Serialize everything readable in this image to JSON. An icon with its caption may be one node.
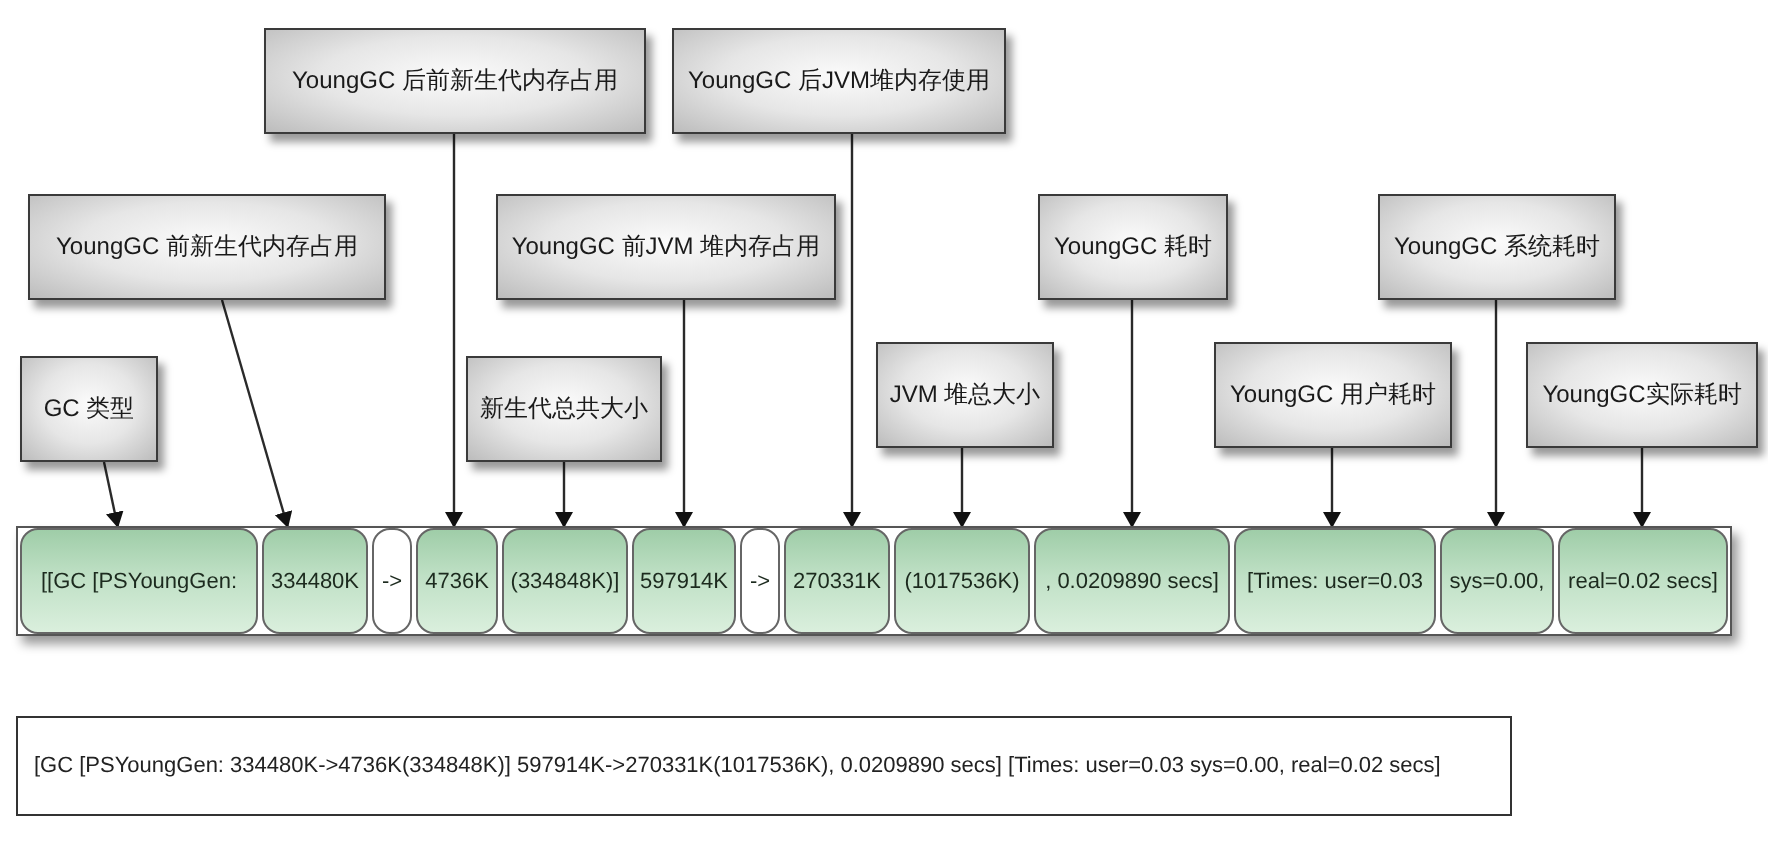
{
  "diagram": {
    "nodes": [
      {
        "text": [
          "YoungGC 后前新生代内存占用"
        ]
      },
      {
        "text": [
          "YoungGC 后JVM堆内存使用"
        ]
      },
      {
        "text": [
          "YoungGC 前新生代内存占用"
        ]
      },
      {
        "text": [
          "YoungGC 前JVM 堆内存占用"
        ]
      },
      {
        "text": [
          "YoungGC 耗时"
        ]
      },
      {
        "text": [
          "YoungGC 系统耗时"
        ]
      },
      {
        "text": [
          "GC 类型"
        ]
      },
      {
        "text": [
          "新生代总共大小"
        ]
      },
      {
        "text": [
          "JVM 堆总大小"
        ]
      },
      {
        "text": [
          "YoungGC 用户耗时"
        ]
      },
      {
        "text": [
          "YoungGC实际耗时"
        ]
      },
      {
        "text": [],
        "shape": "bar"
      },
      {
        "text": [
          "[[GC [PSYoungGen:"
        ],
        "in": 11
      },
      {
        "text": [
          "334480K"
        ],
        "in": 11
      },
      {
        "text": [
          "->"
        ],
        "in": 11
      },
      {
        "text": [
          "4736K"
        ],
        "in": 11
      },
      {
        "text": [
          "(334848K)]"
        ],
        "in": 11
      },
      {
        "text": [
          "597914K"
        ],
        "in": 11
      },
      {
        "text": [
          "->"
        ],
        "in": 11
      },
      {
        "text": [
          "270331K"
        ],
        "in": 11
      },
      {
        "text": [
          "(1017536K)"
        ],
        "in": 11
      },
      {
        "text": [
          ", 0.0209890 secs]"
        ],
        "in": 11
      },
      {
        "text": [
          "[Times: user=0.03"
        ],
        "in": 11
      },
      {
        "text": [
          "sys=0.00,"
        ],
        "in": 11
      },
      {
        "text": [
          "real=0.02 secs]"
        ],
        "in": 11
      },
      {
        "text": [
          "[GC [PSYoungGen: 334480K->4736K(334848K)] 597914K->270331K(1017536K), 0.0209890 secs] [Times: user=0.03 sys=0.00, real=0.02 secs]"
        ]
      }
    ],
    "edges": [
      {
        "from": 0,
        "to": 15,
        "arrow": "to"
      },
      {
        "from": 1,
        "to": 19,
        "arrow": "to"
      },
      {
        "from": 2,
        "to": 13,
        "arrow": "to"
      },
      {
        "from": 3,
        "to": 17,
        "arrow": "to"
      },
      {
        "from": 4,
        "to": 21,
        "arrow": "to"
      },
      {
        "from": 5,
        "to": 23,
        "arrow": "to"
      },
      {
        "from": 6,
        "to": 12,
        "arrow": "to"
      },
      {
        "from": 7,
        "to": 16,
        "arrow": "to"
      },
      {
        "from": 8,
        "to": 20,
        "arrow": "to"
      },
      {
        "from": 9,
        "to": 22,
        "arrow": "to"
      },
      {
        "from": 10,
        "to": 24,
        "arrow": "to"
      }
    ]
  }
}
